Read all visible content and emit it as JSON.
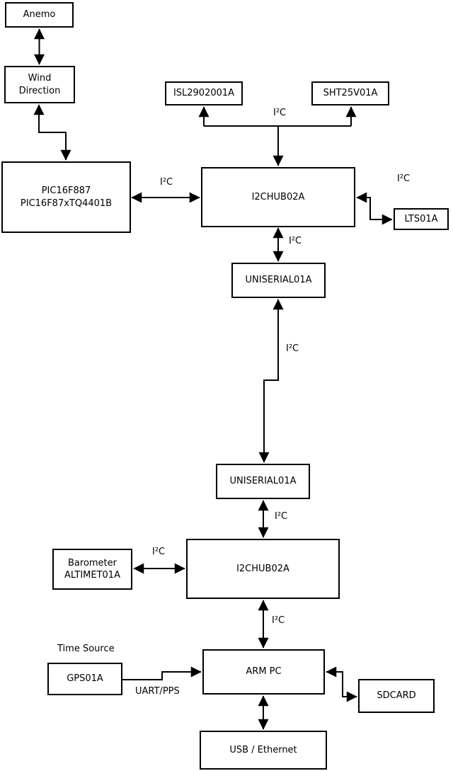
{
  "diagram": {
    "kind": "hardware-block-diagram",
    "colors": {
      "background": "#ffffff",
      "line": "#000000",
      "box_fill": "#ffffff",
      "text": "#000000"
    },
    "nodes": {
      "anemo": {
        "label": "Anemo"
      },
      "wind": {
        "label": "Wind\nDirection"
      },
      "pic": {
        "label": "PIC16F887\nPIC16F87xTQ4401B"
      },
      "isl": {
        "label": "ISL2902001A"
      },
      "sht": {
        "label": "SHT25V01A"
      },
      "hub1": {
        "label": "I2CHUB02A"
      },
      "lts": {
        "label": "LTS01A"
      },
      "uniserial1": {
        "label": "UNISERIAL01A"
      },
      "uniserial2": {
        "label": "UNISERIAL01A"
      },
      "hub2": {
        "label": "I2CHUB02A"
      },
      "barometer": {
        "label": "Barometer\nALTIMET01A"
      },
      "gps": {
        "label": "GPS01A"
      },
      "armpc": {
        "label": "ARM PC"
      },
      "sdcard": {
        "label": "SDCARD"
      },
      "usb": {
        "label": "USB / Ethernet"
      }
    },
    "edge_labels": {
      "i2c_sensors": "I²C",
      "i2c_pic": "I²C",
      "i2c_lts": "I²C",
      "i2c_hub1_uni1": "I²C",
      "i2c_uni1_uni2": "I²C",
      "i2c_uni2_hub2": "I²C",
      "i2c_baro": "I²C",
      "i2c_hub2_arm": "I²C"
    },
    "annotations": {
      "time_source": "Time Source",
      "uart_pps": "UART/PPS"
    }
  }
}
